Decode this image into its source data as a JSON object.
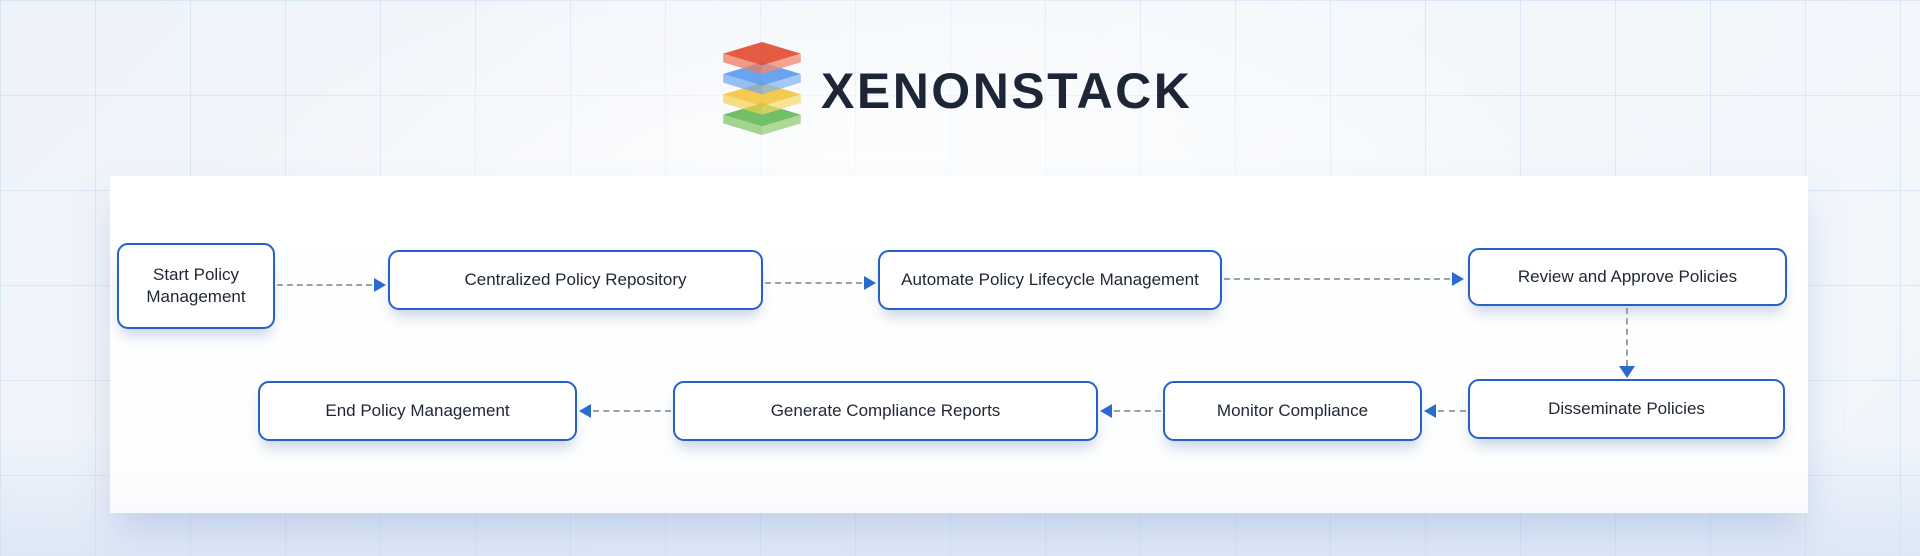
{
  "brand": {
    "wordmark": "XENONSTACK",
    "wordmark_color": "#1d2636",
    "logo_icon": "layered-stack-icon",
    "logo_layer_colors": {
      "red": "#e04a2e",
      "blue": "#4b94ec",
      "yellow": "#f3c12c",
      "green": "#54b248"
    }
  },
  "flowchart": {
    "accent_color": "#2661c7",
    "connector_color": "#98a1ac",
    "connector_style": "dashed",
    "node_text_color": "#1f2733",
    "nodes": [
      {
        "id": "start",
        "label": "Start Policy Management"
      },
      {
        "id": "centralized-policy-repository",
        "label": "Centralized Policy Repository"
      },
      {
        "id": "automate-policy-lifecycle-management",
        "label": "Automate Policy Lifecycle Management"
      },
      {
        "id": "review-and-approve-policies",
        "label": "Review and Approve Policies"
      },
      {
        "id": "disseminate-policies",
        "label": "Disseminate Policies"
      },
      {
        "id": "monitor-compliance",
        "label": "Monitor Compliance"
      },
      {
        "id": "generate-compliance-reports",
        "label": "Generate Compliance Reports"
      },
      {
        "id": "end",
        "label": "End Policy Management"
      }
    ],
    "edges": [
      {
        "from": "Start Policy Management",
        "to": "Centralized Policy Repository",
        "direction": "right"
      },
      {
        "from": "Centralized Policy Repository",
        "to": "Automate Policy Lifecycle Management",
        "direction": "right"
      },
      {
        "from": "Automate Policy Lifecycle Management",
        "to": "Review and Approve Policies",
        "direction": "right"
      },
      {
        "from": "Review and Approve Policies",
        "to": "Disseminate Policies",
        "direction": "down"
      },
      {
        "from": "Disseminate Policies",
        "to": "Monitor Compliance",
        "direction": "left"
      },
      {
        "from": "Monitor Compliance",
        "to": "Generate Compliance Reports",
        "direction": "left"
      },
      {
        "from": "Generate Compliance Reports",
        "to": "End Policy Management",
        "direction": "left"
      }
    ]
  }
}
